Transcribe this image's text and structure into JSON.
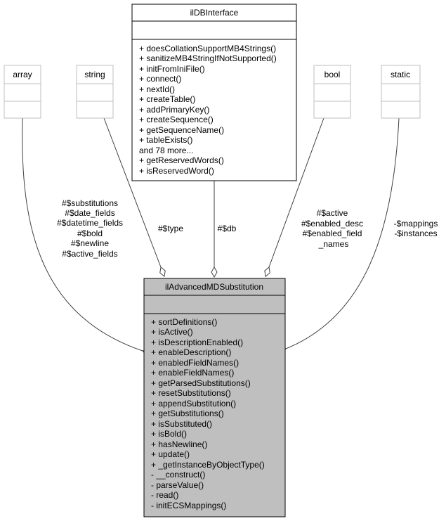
{
  "classes": {
    "array": {
      "name": "array",
      "attributes": [],
      "methods": []
    },
    "string": {
      "name": "string",
      "attributes": [],
      "methods": []
    },
    "ildb": {
      "name": "ilDBInterface",
      "attributes": [],
      "methods": [
        "+ doesCollationSupportMB4Strings()",
        "+ sanitizeMB4StringIfNotSupported()",
        "+ initFromIniFile()",
        "+ connect()",
        "+ nextId()",
        "+ createTable()",
        "+ addPrimaryKey()",
        "+ createSequence()",
        "+ getSequenceName()",
        "+ tableExists()",
        "and 78 more...",
        "+ getReservedWords()",
        "+ isReservedWord()"
      ]
    },
    "bool": {
      "name": "bool",
      "attributes": [],
      "methods": []
    },
    "static": {
      "name": "static",
      "attributes": [],
      "methods": []
    },
    "main": {
      "name": "ilAdvancedMDSubstitution",
      "attributes": [],
      "methods": [
        "+ sortDefinitions()",
        "+ isActive()",
        "+ isDescriptionEnabled()",
        "+ enableDescription()",
        "+ enabledFieldNames()",
        "+ enableFieldNames()",
        "+ getParsedSubstitutions()",
        "+ resetSubstitutions()",
        "+ appendSubstitution()",
        "+ getSubstitutions()",
        "+ isSubstituted()",
        "+ isBold()",
        "+ hasNewline()",
        "+ update()",
        "+ _getInstanceByObjectType()",
        "- __construct()",
        "- parseValue()",
        "- read()",
        "- initECSMappings()"
      ]
    }
  },
  "edges": {
    "array": [
      "#$substitutions",
      "#$date_fields",
      "#$datetime_fields",
      "#$bold",
      "#$newline",
      "#$active_fields"
    ],
    "string": [
      "#$type"
    ],
    "ildb": [
      "#$db"
    ],
    "bool": [
      "#$active",
      "#$enabled_desc",
      "#$enabled_field",
      "_names"
    ],
    "static": [
      "-$mappings",
      "-$instances"
    ]
  }
}
